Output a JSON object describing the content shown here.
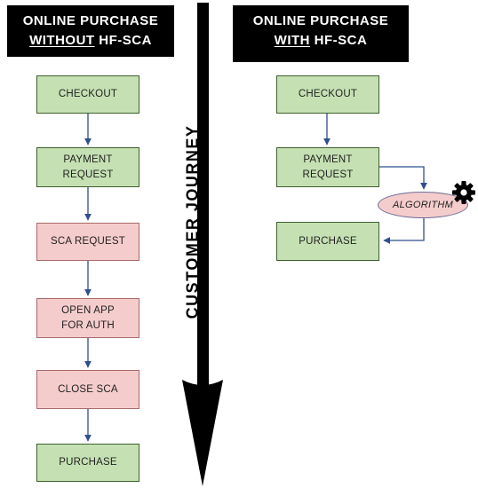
{
  "left": {
    "header_line1": "ONLINE PURCHASE",
    "header_emph": "WITHOUT",
    "header_rest": " HF-SCA",
    "steps": [
      "CHECKOUT",
      "PAYMENT REQUEST",
      "SCA REQUEST",
      "OPEN APP FOR AUTH",
      "CLOSE SCA",
      "PURCHASE"
    ]
  },
  "right": {
    "header_line1": "ONLINE PURCHASE",
    "header_emph": "WITH",
    "header_rest": " HF-SCA",
    "steps": [
      "CHECKOUT",
      "PAYMENT REQUEST",
      "PURCHASE"
    ],
    "algorithm_label": "ALGORITHM"
  },
  "journey_label": "CUSTOMER JOURNEY",
  "icons": {
    "gear": "gear-icon"
  },
  "colors": {
    "header_bg": "#000000",
    "green_box": "#c5e1b3",
    "pink_box": "#f5cccc",
    "connector": "#2f4f8f",
    "arrow": "#000000"
  }
}
